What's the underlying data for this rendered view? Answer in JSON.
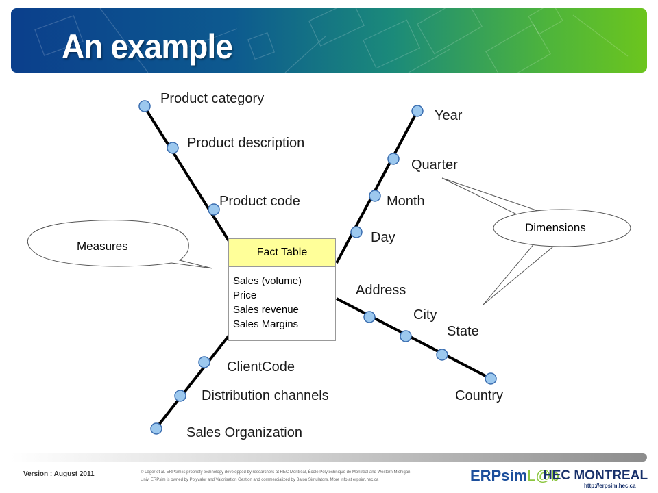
{
  "slide": {
    "title": "An example"
  },
  "fact_table": {
    "header": "Fact Table",
    "measures": [
      "Sales (volume)",
      "Price",
      "Sales revenue",
      "Sales Margins"
    ]
  },
  "dimensions": {
    "product": [
      "Product category",
      "Product description",
      "Product code"
    ],
    "time": [
      "Year",
      "Quarter",
      "Month",
      "Day"
    ],
    "geography": [
      "Address",
      "City",
      "State",
      "Country"
    ],
    "sales": [
      "ClientCode",
      "Distribution channels",
      "Sales Organization"
    ]
  },
  "callouts": {
    "measures": "Measures",
    "dimensions": "Dimensions"
  },
  "footer": {
    "version": "Version : August 2011",
    "copyright_line1": "© Léger et al. ERPsim is propriety technology developped by researchers at HEC Montréal, École Polytechnique de Montréal and Western Michigan",
    "copyright_line2": "Univ. ERPsim is owned by Polyvalor and Valorisation Gestion and commercialized by Baton Simulators. More info at erpsim.hec.ca",
    "erpsim_logo_text": "ERPsim",
    "erpsim_logo_lab": "L@b",
    "hec_logo_text": "HEC MONTREAL",
    "hec_url": "http://erpsim.hec.ca"
  },
  "colors": {
    "node_fill": "#9cc8ee",
    "node_stroke": "#3a6db0",
    "fact_header": "#ffff99",
    "banner_start": "#0b3f8c",
    "banner_end": "#6cc51e"
  }
}
